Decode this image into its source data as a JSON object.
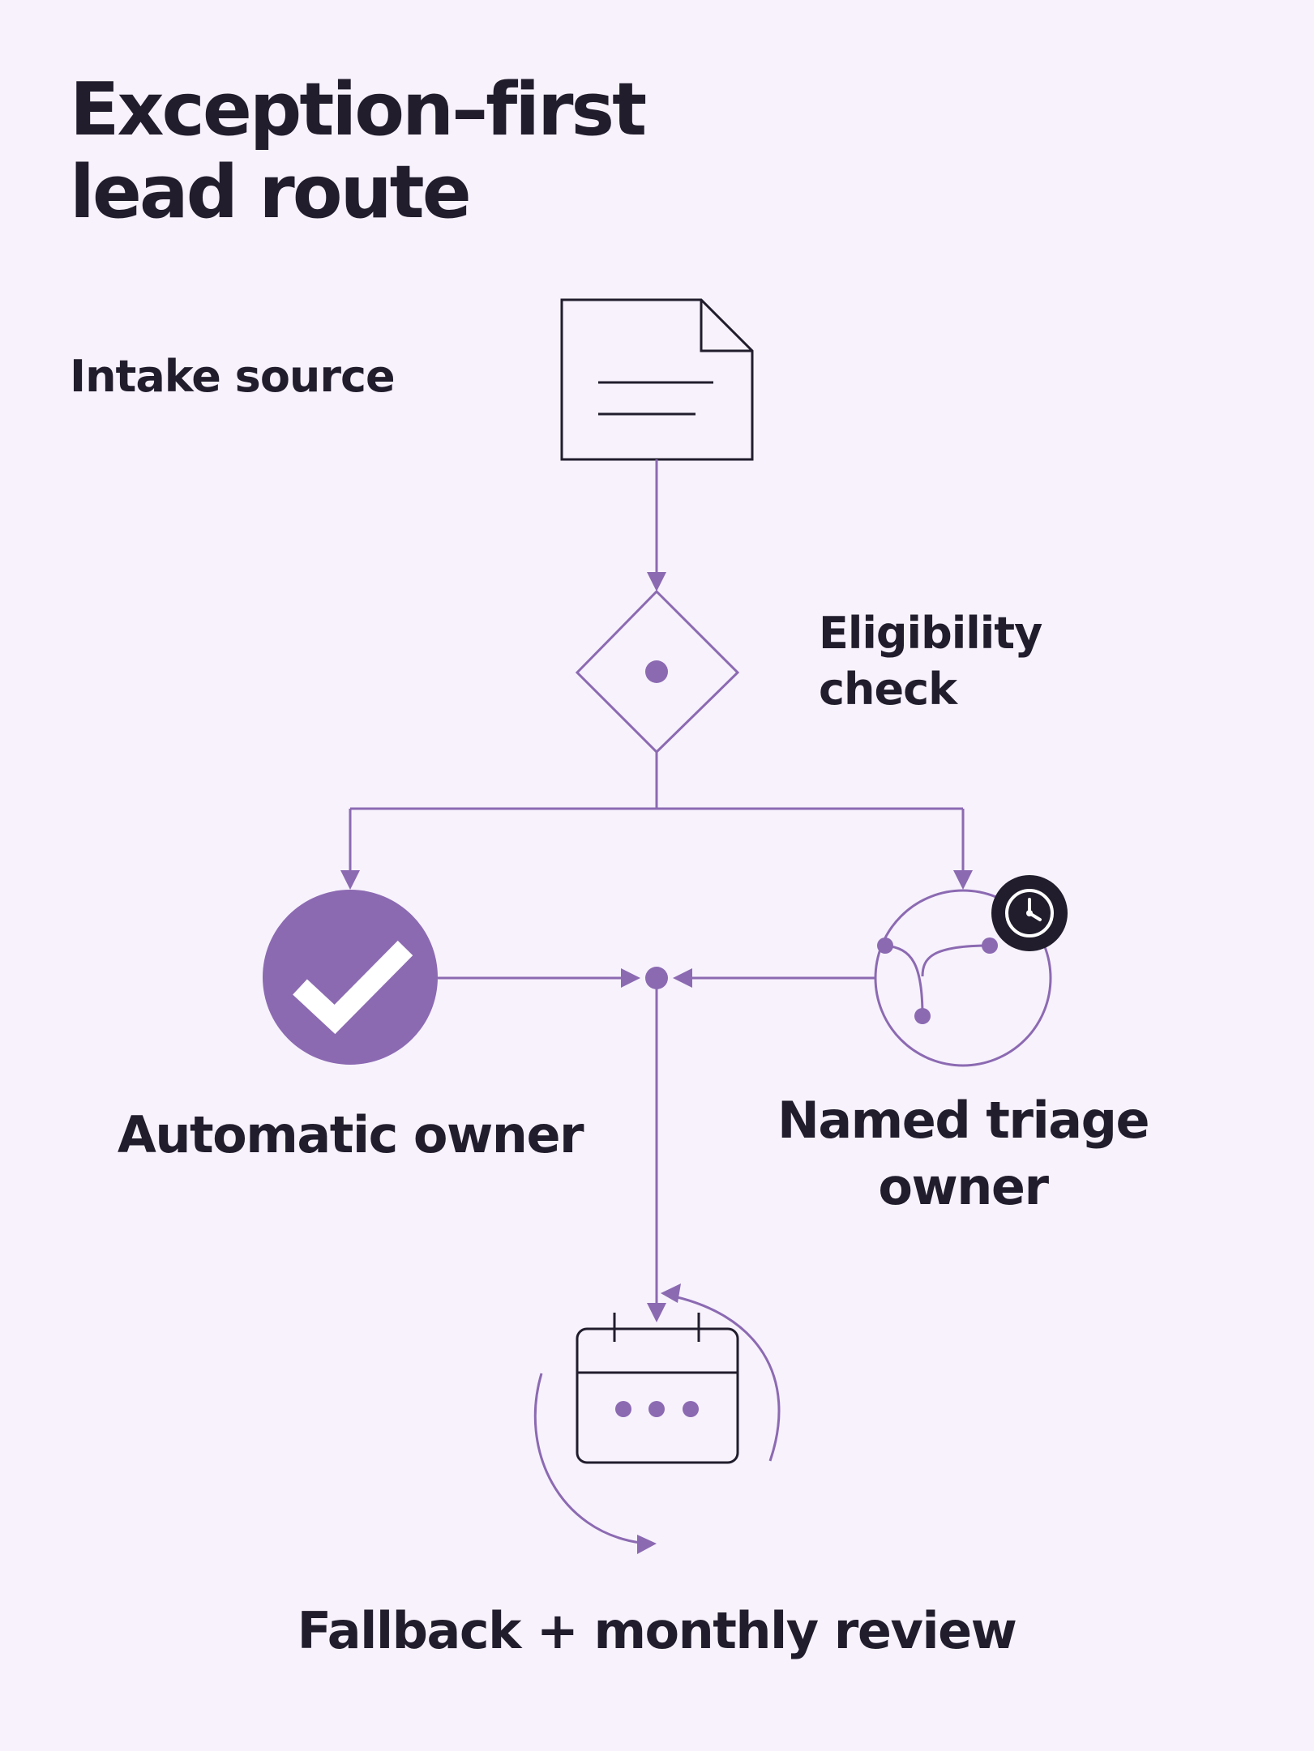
{
  "title": {
    "line1": "Exception–first",
    "line2": "lead route"
  },
  "nodes": {
    "intake": {
      "label": "Intake source",
      "icon": "document-icon"
    },
    "eligibility": {
      "label_line1": "Eligibility",
      "label_line2": "check",
      "icon": "decision-diamond-icon"
    },
    "automatic": {
      "label": "Automatic owner",
      "icon": "checkmark-circle-icon"
    },
    "triage": {
      "label_line1": "Named triage",
      "label_line2": "owner",
      "icon": "branching-circle-icon",
      "badge_icon": "clock-icon"
    },
    "fallback": {
      "label": "Fallback + monthly review",
      "icon": "calendar-cycle-icon"
    }
  },
  "colors": {
    "background": "#f7f2fc",
    "accent": "#8c6ab2",
    "text": "#221d2c",
    "dark_badge": "#221d2c"
  }
}
